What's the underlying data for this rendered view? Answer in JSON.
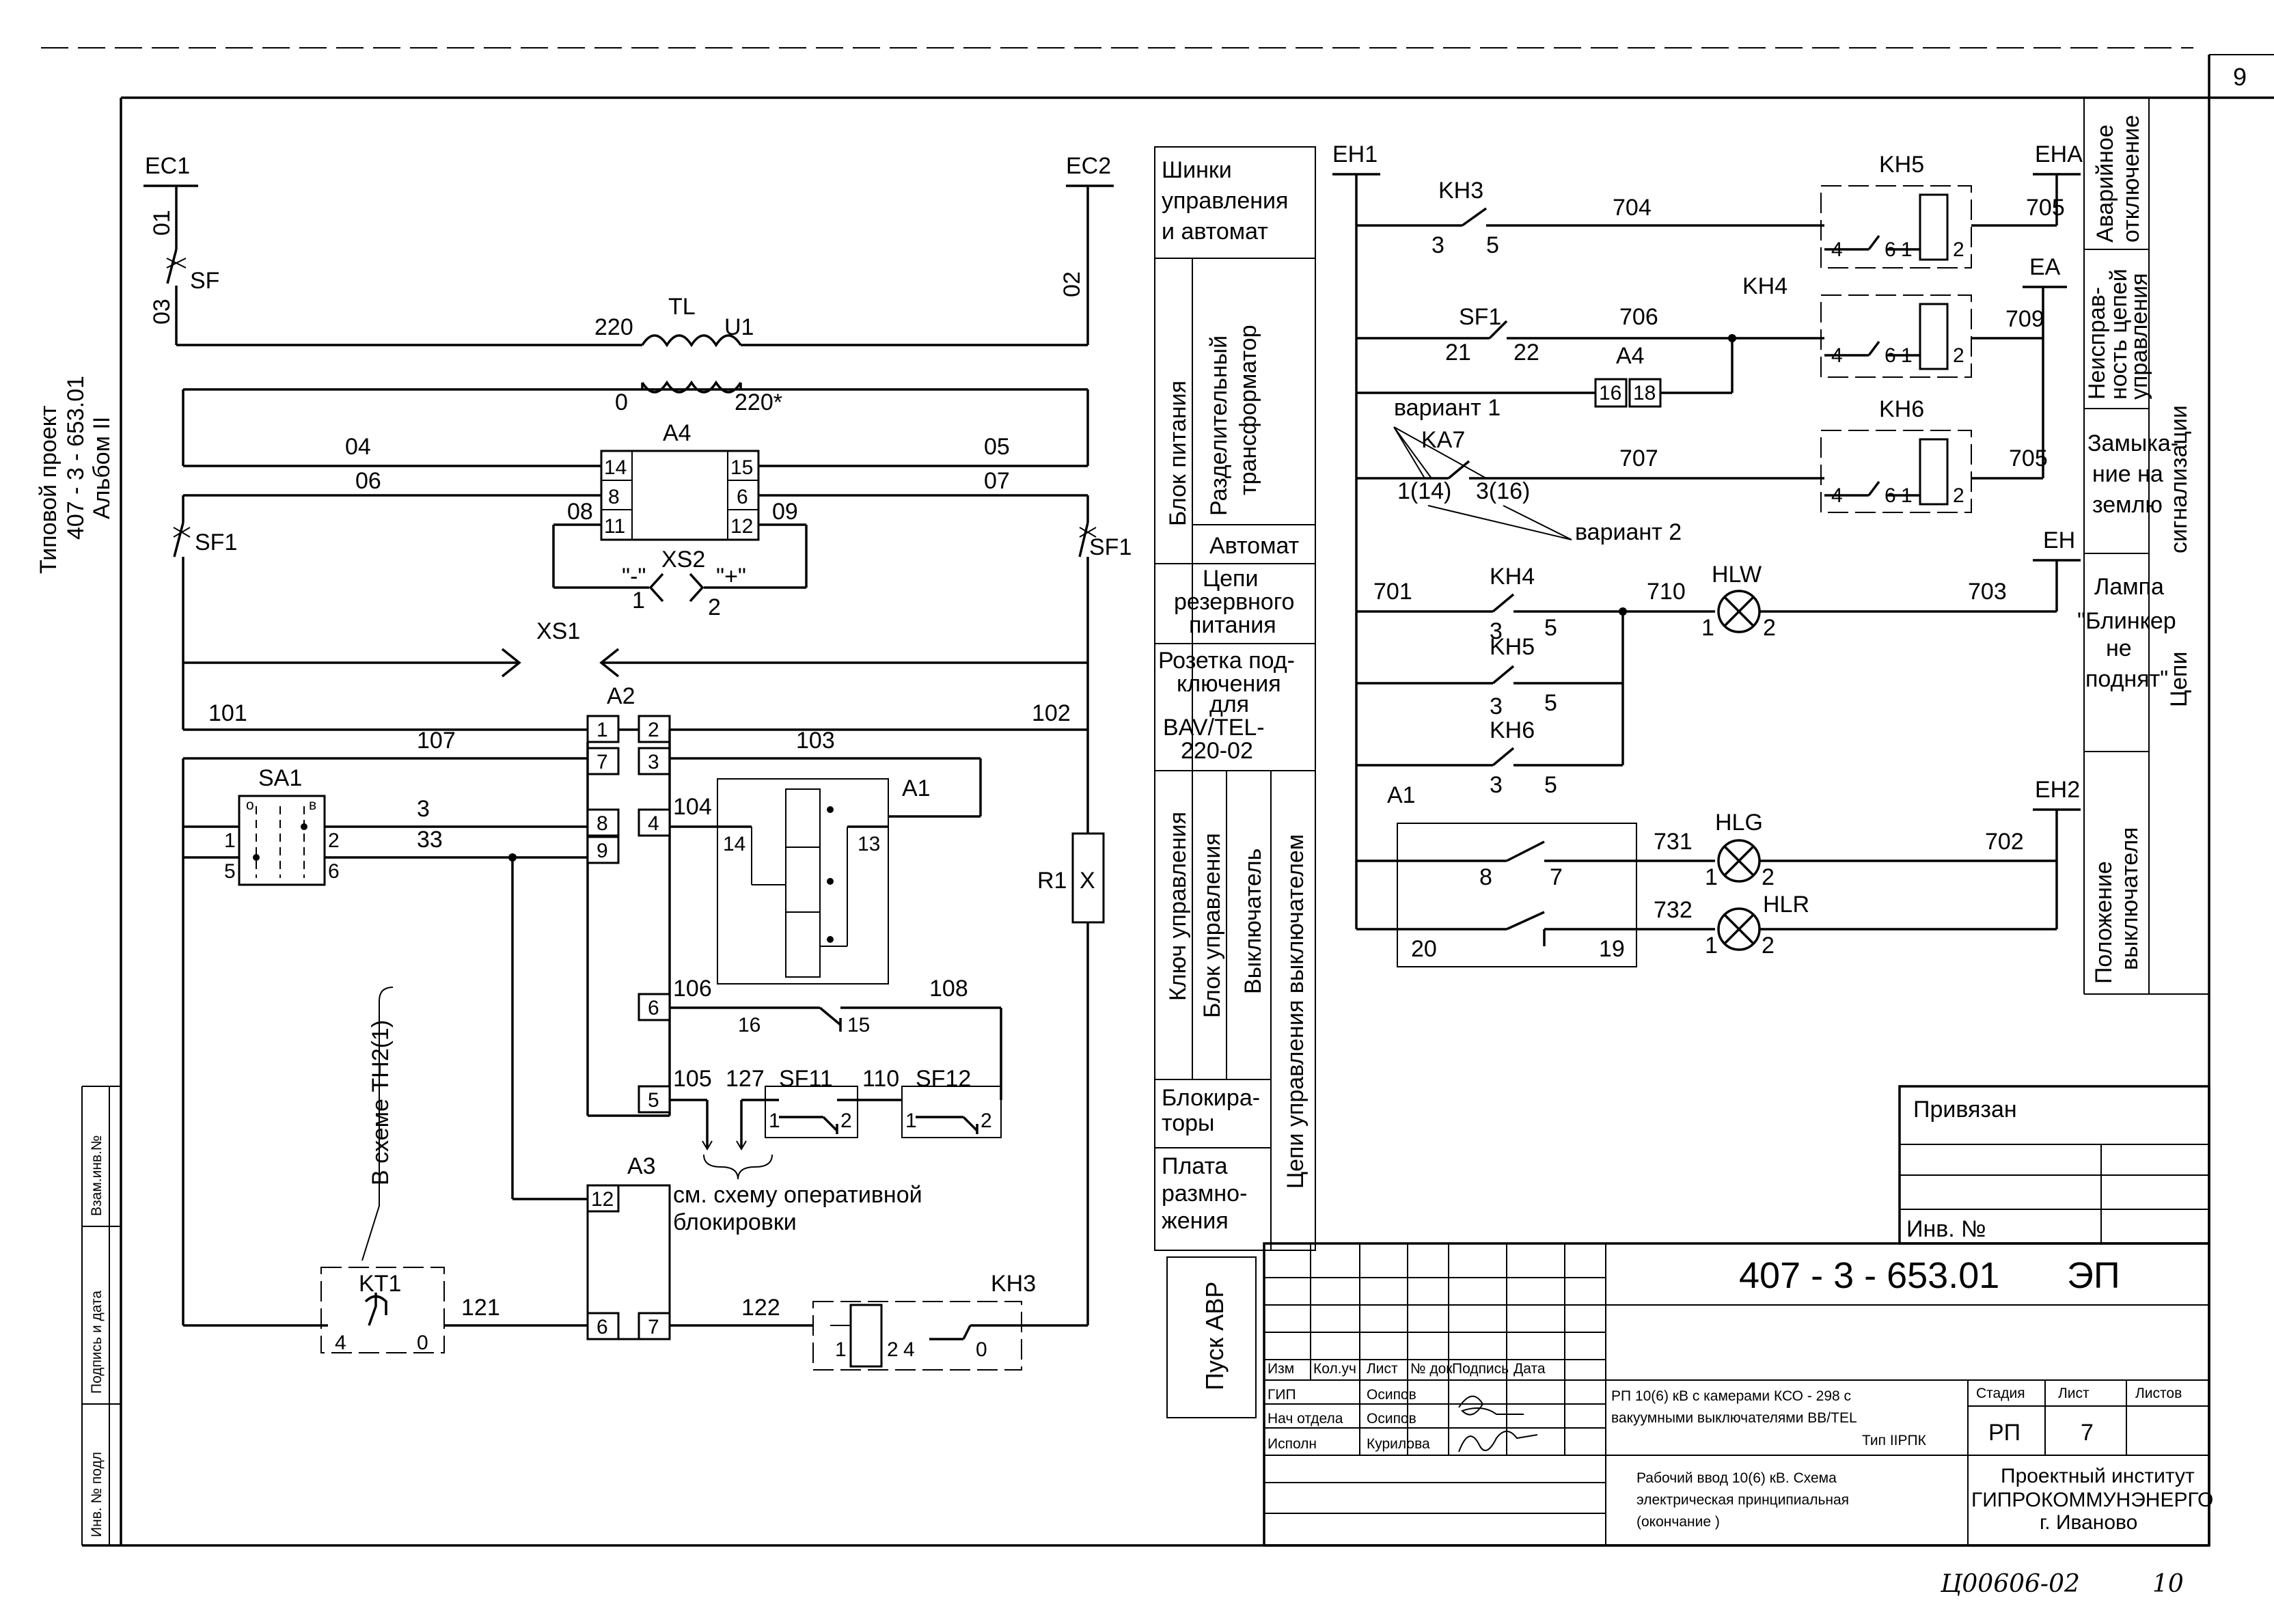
{
  "page_number": "9",
  "side": {
    "project_l1": "Типовой проект",
    "project_l2": "407 - 3 - 653.01",
    "project_l3": "Альбом II",
    "vzam": "Взам.инв.№",
    "podpis": "Подпись и дата",
    "inv_podl": "Инв. № подл"
  },
  "left": {
    "ec1": "EC1",
    "ec2": "EC2",
    "w01": "01",
    "w02": "02",
    "w03": "03",
    "sf": "SF",
    "tl": "TL",
    "u1": "U1",
    "v220": "220",
    "v0": "0",
    "v220s": "220*",
    "w04": "04",
    "w05": "05",
    "w06": "06",
    "w07": "07",
    "w08": "08",
    "w09": "09",
    "a4": "A4",
    "a4_pins": [
      "14",
      "15",
      "8",
      "6",
      "11",
      "12"
    ],
    "sf1": "SF1",
    "xs2": "XS2",
    "xs2_minus": "\"-\"",
    "xs2_plus": "\"+\"",
    "p1": "1",
    "p2": "2",
    "xs1": "XS1",
    "w101": "101",
    "w102": "102",
    "w107": "107",
    "w103": "103",
    "a2": "A2",
    "a2_pins": [
      "1",
      "2",
      "7",
      "3",
      "8",
      "4",
      "9",
      "6",
      "5"
    ],
    "sa1": "SA1",
    "sa1_pins": [
      "1",
      "2",
      "5",
      "6"
    ],
    "sa1_o": "o",
    "sa1_v": "в",
    "w3": "3",
    "w33": "33",
    "w104": "104",
    "a1": "A1",
    "a1_pins": [
      "14",
      "13",
      "16",
      "15"
    ],
    "w106": "106",
    "w108": "108",
    "r1": "R1",
    "r1_mark": "X",
    "w105": "105",
    "w127": "127",
    "w110": "110",
    "sf11": "SF11",
    "sf12": "SF12",
    "sf_pins": [
      "1",
      "2",
      "1",
      "2"
    ],
    "see_l1": "см. схему оперативной",
    "see_l2": "блокировки",
    "a3": "A3",
    "a3_pins": [
      "12",
      "6",
      "7"
    ],
    "in_scheme": "В схеме ТН2(1)",
    "kt1": "KT1",
    "kt1_pins": [
      "4",
      "0"
    ],
    "w121": "121",
    "w122": "122",
    "kh3": "KH3",
    "kh3_pins": [
      "1",
      "2",
      "4",
      "0"
    ]
  },
  "legend": {
    "shinki": [
      "Шинки",
      "управления",
      "и автомат"
    ],
    "blok_pit": "Блок питания",
    "razd": [
      "Разделительный",
      "трансформатор"
    ],
    "avtomat": "Автомат",
    "cepi_rez": [
      "Цепи",
      "резервного",
      "питания"
    ],
    "rozetka": [
      "Розетка под-",
      "ключения",
      "для",
      "BAV/TEL-",
      "220-02"
    ],
    "klyuch": "Ключ управления",
    "blok_upr": "Блок управления",
    "vykl": "Выключатель",
    "cepi_upr_vykl": "Цепи управления выключателем",
    "blokir": [
      "Блокира-",
      "торы"
    ],
    "plata": [
      "Плата",
      "размно-",
      "жения"
    ],
    "pusk_avr": "Пуск АВР"
  },
  "right": {
    "eh1": "EH1",
    "kh3": "KH3",
    "kh3_pins": [
      "3",
      "5"
    ],
    "w704": "704",
    "kh5": "KH5",
    "relay_pins": [
      "4",
      "6",
      "1",
      "2"
    ],
    "w705": "705",
    "eha": "EHA",
    "sf1": "SF1",
    "sf1_pins": [
      "21",
      "22"
    ],
    "w706": "706",
    "kh4": "KH4",
    "w709": "709",
    "ea": "EA",
    "a4": "A4",
    "a4_pins": [
      "16",
      "18"
    ],
    "var1": "вариант 1",
    "ka7": "KA7",
    "ka7_pins": [
      "1(14)",
      "3(16)"
    ],
    "w707": "707",
    "var2": "вариант 2",
    "kh6": "KH6",
    "w701": "701",
    "w710": "710",
    "w703": "703",
    "hlw": "HLW",
    "eh": "EH",
    "contact_pins": [
      "3",
      "5"
    ],
    "a1": "A1",
    "a1_pins": [
      "8",
      "7",
      "20",
      "19"
    ],
    "w731": "731",
    "w732": "732",
    "w702": "702",
    "hlg": "HLG",
    "hlr": "HLR",
    "eh2": "EH2",
    "lamp_pins": [
      "1",
      "2"
    ]
  },
  "right_legend": {
    "avar": [
      "Аварийное",
      "отключение"
    ],
    "neispr": [
      "Неисправ-",
      "ность цепей",
      "управления"
    ],
    "zamyk": [
      "Замыка-",
      "ние на",
      "землю"
    ],
    "lampa": [
      "Лампа",
      "\"Блинкер",
      "не",
      "поднят\""
    ],
    "polozh": [
      "Положение",
      "выключателя"
    ],
    "cepi": "Цепи",
    "signal": "сигнализации"
  },
  "stamp": {
    "privyazan": "Привязан",
    "inv_no": "Инв. №",
    "code": "407 - 3 - 653.01",
    "ep": "ЭП",
    "cols": [
      "Изм",
      "Кол.уч",
      "Лист",
      "№ док",
      "Подпись",
      "Дата"
    ],
    "roles": [
      "ГИП",
      "Нач отдела",
      "Исполн"
    ],
    "names": [
      "Осипов",
      "Осипов",
      "Курилова"
    ],
    "title1": [
      "РП 10(6) кВ с камерами КСО - 298 с",
      "вакуумными выключателями ВВ/TEL",
      "Тип IIРПК"
    ],
    "title2": [
      "Рабочий ввод 10(6) кВ. Схема",
      "электрическая принципиальная",
      "(окончание )"
    ],
    "stadia": "Стадия",
    "list": "Лист",
    "listov": "Листов",
    "stadia_val": "РП",
    "list_val": "7",
    "org": [
      "Проектный институт",
      "ГИПРОКОММУНЭНЕРГО",
      "г. Иваново"
    ]
  },
  "handwritten": "Ц00606-02",
  "handwritten_num": "10"
}
